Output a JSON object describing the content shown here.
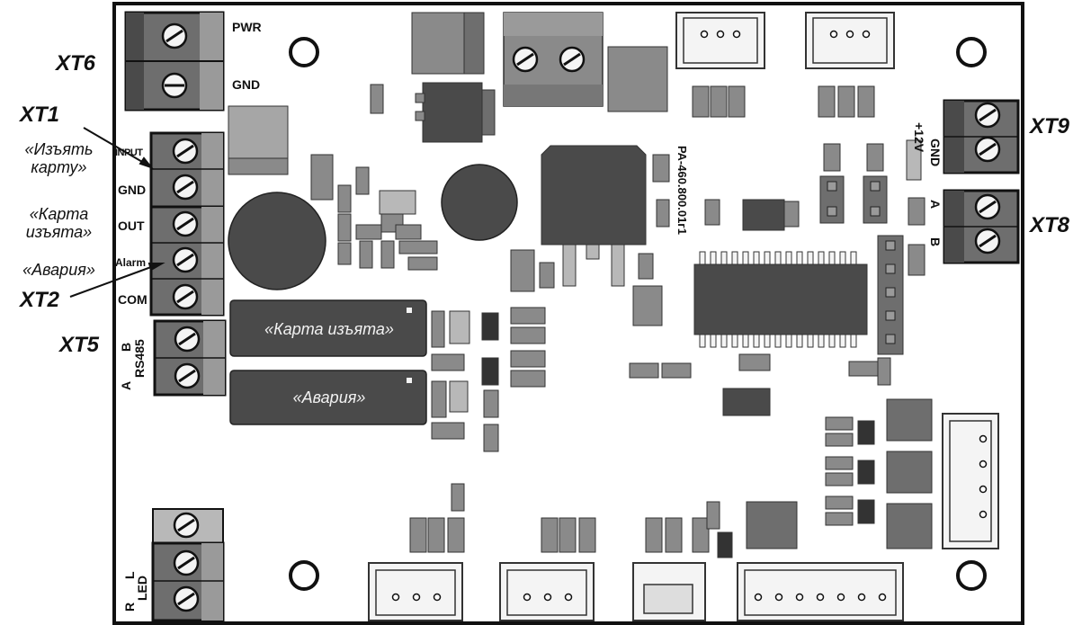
{
  "board": {
    "part_number": "РА-460.800.01г1"
  },
  "terminal_blocks": [
    {
      "id": "xt6",
      "name": "XT6",
      "pins": [
        "PWR",
        "GND"
      ]
    },
    {
      "id": "xt1",
      "name": "XT1",
      "pins": [
        "INPUT",
        "GND"
      ]
    },
    {
      "id": "xt2",
      "name": "XT2",
      "pins": [
        "OUT",
        "Alarm",
        "COM"
      ]
    },
    {
      "id": "xt5",
      "name": "XT5",
      "pins": [
        "A",
        "B"
      ],
      "group": "RS485"
    },
    {
      "id": "xt9",
      "name": "XT9",
      "pins": [
        "+12V",
        "GND"
      ]
    },
    {
      "id": "xt8",
      "name": "XT8",
      "pins": [
        "A",
        "B"
      ]
    },
    {
      "id": "led",
      "name": "",
      "pins": [
        "L",
        "R"
      ],
      "group": "LED"
    }
  ],
  "function_labels": [
    "«Изъять карту»",
    "«Карта изъята»",
    "«Авария»"
  ],
  "relays": [
    {
      "label": "«Карта изъята»"
    },
    {
      "label": "«Авария»"
    }
  ],
  "colors": {
    "board_outline": "#111111",
    "component_dark": "#4a4a4a",
    "component_mid": "#8a8a8a",
    "component_light": "#b8b8b8",
    "terminal_body": "#6e6e6e",
    "background": "#ffffff"
  }
}
